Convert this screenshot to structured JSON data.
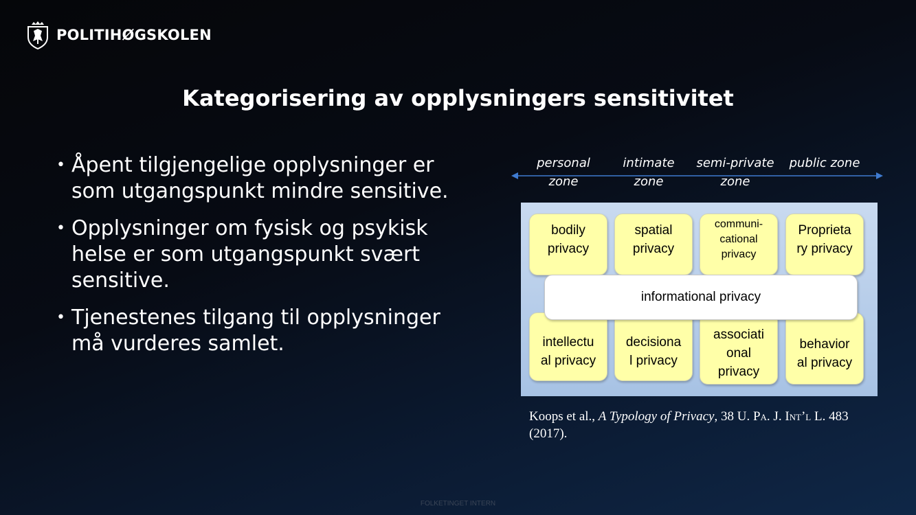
{
  "brand": {
    "name": "POLITIHØGSKOLEN",
    "logo_icon": "coat-of-arms-icon"
  },
  "slide": {
    "title": "Kategorisering av opplysningers sensitivitet",
    "bullets": [
      "Åpent tilgjengelige opplysninger er som utgangspunkt mindre sensitive.",
      "Opplysninger om fysisk og psykisk helse er som utgangspunkt svært sensitive.",
      "Tjenestenes tilgang til opplysninger må vurderes samlet."
    ],
    "bullet_marker": "•"
  },
  "diagram": {
    "zones": [
      "personal\nzone",
      "intimate\nzone",
      "semi-private\nzone",
      "public zone"
    ],
    "top_boxes": [
      "bodily\nprivacy",
      "spatial\nprivacy",
      "communi-\ncational\nprivacy",
      "Proprieta\nry privacy"
    ],
    "center_box": "informational privacy",
    "bottom_boxes": [
      "intellectu\nal privacy",
      "decisiona\nl privacy",
      "associati\nonal\nprivacy",
      "behavior\nal privacy"
    ],
    "colors": {
      "box_fill": "#ffffa8",
      "panel_top": "#c9daf0",
      "panel_bottom": "#a7c2e4",
      "arrow": "#3f7bd0"
    }
  },
  "citation": {
    "authors": "Koops et al., ",
    "work": "A Typology of Privacy",
    "vol": ", 38 U. ",
    "journal_sc": "Pa",
    "mid": ". J. ",
    "journal_sc2": "Int’l",
    "rest": " L. 483 (2017)."
  },
  "footer": {
    "text": "FOLKETINGET INTERN"
  }
}
